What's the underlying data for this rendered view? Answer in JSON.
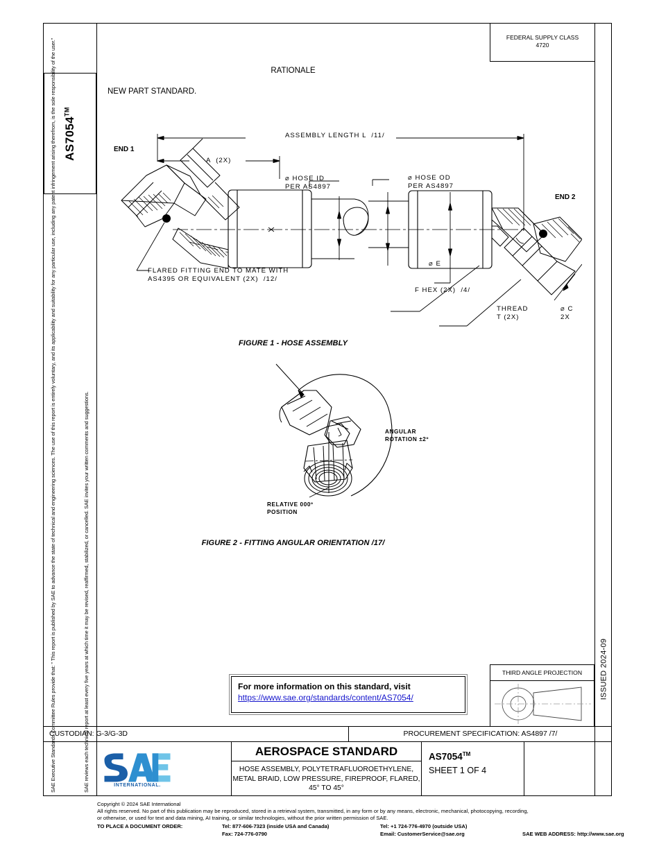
{
  "document": {
    "standard_number": "AS7054",
    "trademark": "TM",
    "issued": "ISSUED 2024-09"
  },
  "left_margin": {
    "paragraph_1": "SAE Executive Standards Committee Rules provide that: \" This report is published by SAE to advance the state of technical and engineering sciences. The use of this report is entirely voluntary, and its applicability and suitability for any particular use, including any patent infringement arising therefrom, is the sole responsibility of the user.\"",
    "paragraph_2": "SAE reviews each technical report at least every five years at which time it may be revised, reaffirmed, stabilized, or cancelled. SAE invites your written comments and suggestions."
  },
  "federal_supply_class": {
    "label": "FEDERAL SUPPLY CLASS",
    "value": "4720"
  },
  "rationale": {
    "title": "RATIONALE",
    "body": "NEW PART STANDARD."
  },
  "figure1": {
    "caption": "FIGURE 1 - HOSE ASSEMBLY",
    "labels": {
      "assembly_length": "ASSEMBLY LENGTH L  /11/",
      "end1": "END 1",
      "end2": "END 2",
      "a_2x": "A  (2X)",
      "hose_id_line1": "⌀ HOSE ID",
      "hose_id_line2": "PER AS4897",
      "hose_od_line1": "⌀ HOSE OD",
      "hose_od_line2": "PER AS4897",
      "dia_e": "⌀ E",
      "f_hex": "F HEX (2X)  /4/",
      "thread_line1": "THREAD",
      "thread_line2": "T (2X)",
      "dia_c_line1": "⌀ C",
      "dia_c_line2": "2X",
      "flared_line1": "FLARED FITTING END TO MATE WITH",
      "flared_line2": "AS4395 OR EQUIVALENT (2X)  /12/"
    }
  },
  "figure2": {
    "caption": "FIGURE 2 - FITTING ANGULAR ORIENTATION /17/",
    "labels": {
      "angular_line1": "ANGULAR",
      "angular_line2": "ROTATION ±2º",
      "relative_line1": "RELATIVE 000º",
      "relative_line2": "POSITION"
    }
  },
  "more_info": {
    "line1": "For more information on this standard, visit",
    "link": "https://www.sae.org/standards/content/AS7054/"
  },
  "third_angle_projection": {
    "title": "THIRD ANGLE PROJECTION"
  },
  "custodian_row": {
    "custodian": "CUSTODIAN: G-3/G-3D",
    "procurement": "PROCUREMENT SPECIFICATION: AS4897 /7/"
  },
  "title_block": {
    "logo_text": "SAE",
    "logo_subtext": "INTERNATIONAL",
    "standard_type": "AEROSPACE STANDARD",
    "description_line1": "HOSE ASSEMBLY, POLYTETRAFLUOROETHYLENE,",
    "description_line2": "METAL BRAID, LOW PRESSURE, FIREPROOF, FLARED,",
    "description_line3": "45° TO 45°",
    "doc_number": "AS7054",
    "doc_trademark": "TM",
    "sheet": "SHEET 1 OF 4"
  },
  "footer": {
    "copyright": "Copyright © 2024 SAE International",
    "rights_line1": "All rights reserved. No part of this publication may be reproduced, stored in a retrieval system, transmitted, in any form or by any means, electronic, mechanical, photocopying, recording,",
    "rights_line2": "or otherwise, or used for text and data mining, AI training, or similar technologies, without the prior written permission of SAE.",
    "order_label": "TO PLACE A DOCUMENT ORDER:",
    "tel_inside": "Tel: 877-606-7323 (inside USA and Canada)",
    "tel_outside": "Tel: +1 724-776-4970 (outside USA)",
    "fax": "Fax: 724-776-0790",
    "email": "Email: CustomerService@sae.org",
    "web": "SAE WEB ADDRESS: http://www.sae.org"
  },
  "colors": {
    "link": "#1414CC",
    "logo_dark_blue": "#1B5FA8",
    "logo_mid_blue": "#2E8FD0",
    "logo_light_blue": "#6FC4E8",
    "logo_text": "#1B5FA8"
  }
}
